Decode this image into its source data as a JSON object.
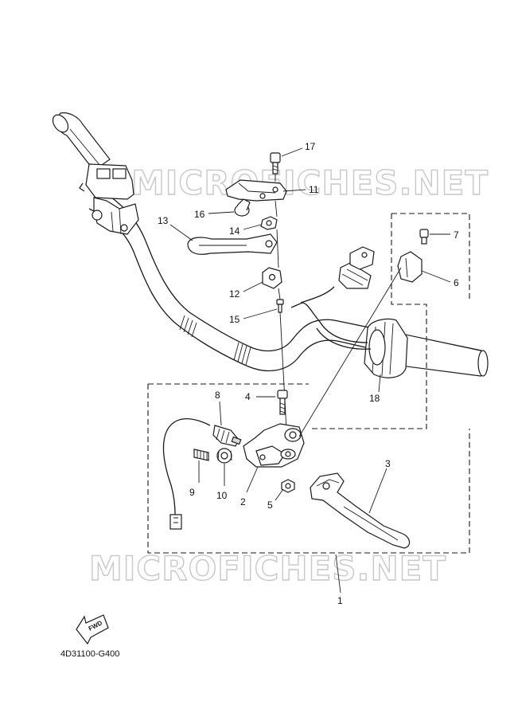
{
  "watermark": {
    "text": "MICROFICHES.NET"
  },
  "diagram_code": "4D31100-G400",
  "fwd_label": "FWD",
  "callouts": {
    "p1": "1",
    "p2": "2",
    "p3": "3",
    "p4": "4",
    "p5": "5",
    "p6": "6",
    "p7": "7",
    "p8": "8",
    "p9": "9",
    "p10": "10",
    "p11": "11",
    "p12": "12",
    "p13": "13",
    "p14": "14",
    "p15": "15",
    "p16": "16",
    "p17": "17",
    "p18": "18"
  }
}
